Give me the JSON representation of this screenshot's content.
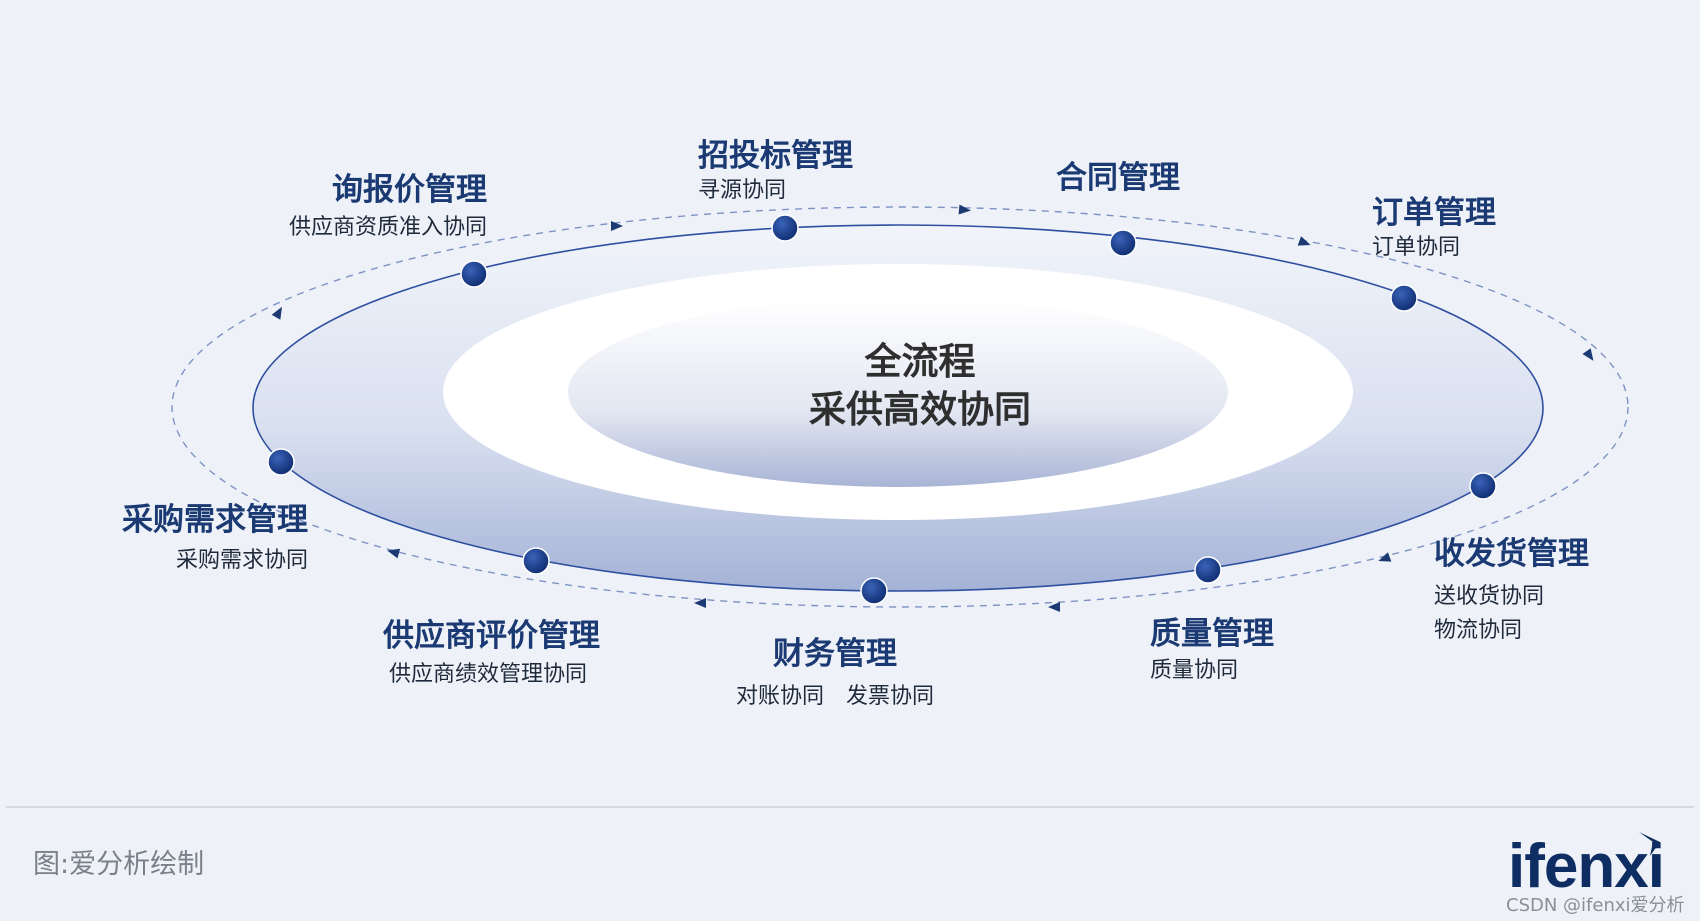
{
  "center": {
    "line1": "全流程",
    "line2": "采供高效协同"
  },
  "nodes": [
    {
      "id": "inquiry",
      "title": "询报价管理",
      "subs": [
        "供应商资质准入协同"
      ]
    },
    {
      "id": "bidding",
      "title": "招投标管理",
      "subs": [
        "寻源协同"
      ]
    },
    {
      "id": "contract",
      "title": "合同管理",
      "subs": []
    },
    {
      "id": "order",
      "title": "订单管理",
      "subs": [
        "订单协同"
      ]
    },
    {
      "id": "shipping",
      "title": "收发货管理",
      "subs": [
        "送收货协同",
        "物流协同"
      ]
    },
    {
      "id": "quality",
      "title": "质量管理",
      "subs": [
        "质量协同"
      ]
    },
    {
      "id": "finance",
      "title": "财务管理",
      "subs": [
        "对账协同　发票协同"
      ]
    },
    {
      "id": "evaluation",
      "title": "供应商评价管理",
      "subs": [
        "供应商绩效管理协同"
      ]
    },
    {
      "id": "demand",
      "title": "采购需求管理",
      "subs": [
        "采购需求协同"
      ]
    }
  ],
  "caption": "图:爱分析绘制",
  "logo": "ifenxi",
  "watermark": "CSDN @ifenxi爱分析",
  "colors": {
    "background": "#eef2f8",
    "node_dot": "#163a8c",
    "title_text": "#1b3a73",
    "ring_edge": "#a4b2d6",
    "arrow": "#1b3a73"
  }
}
